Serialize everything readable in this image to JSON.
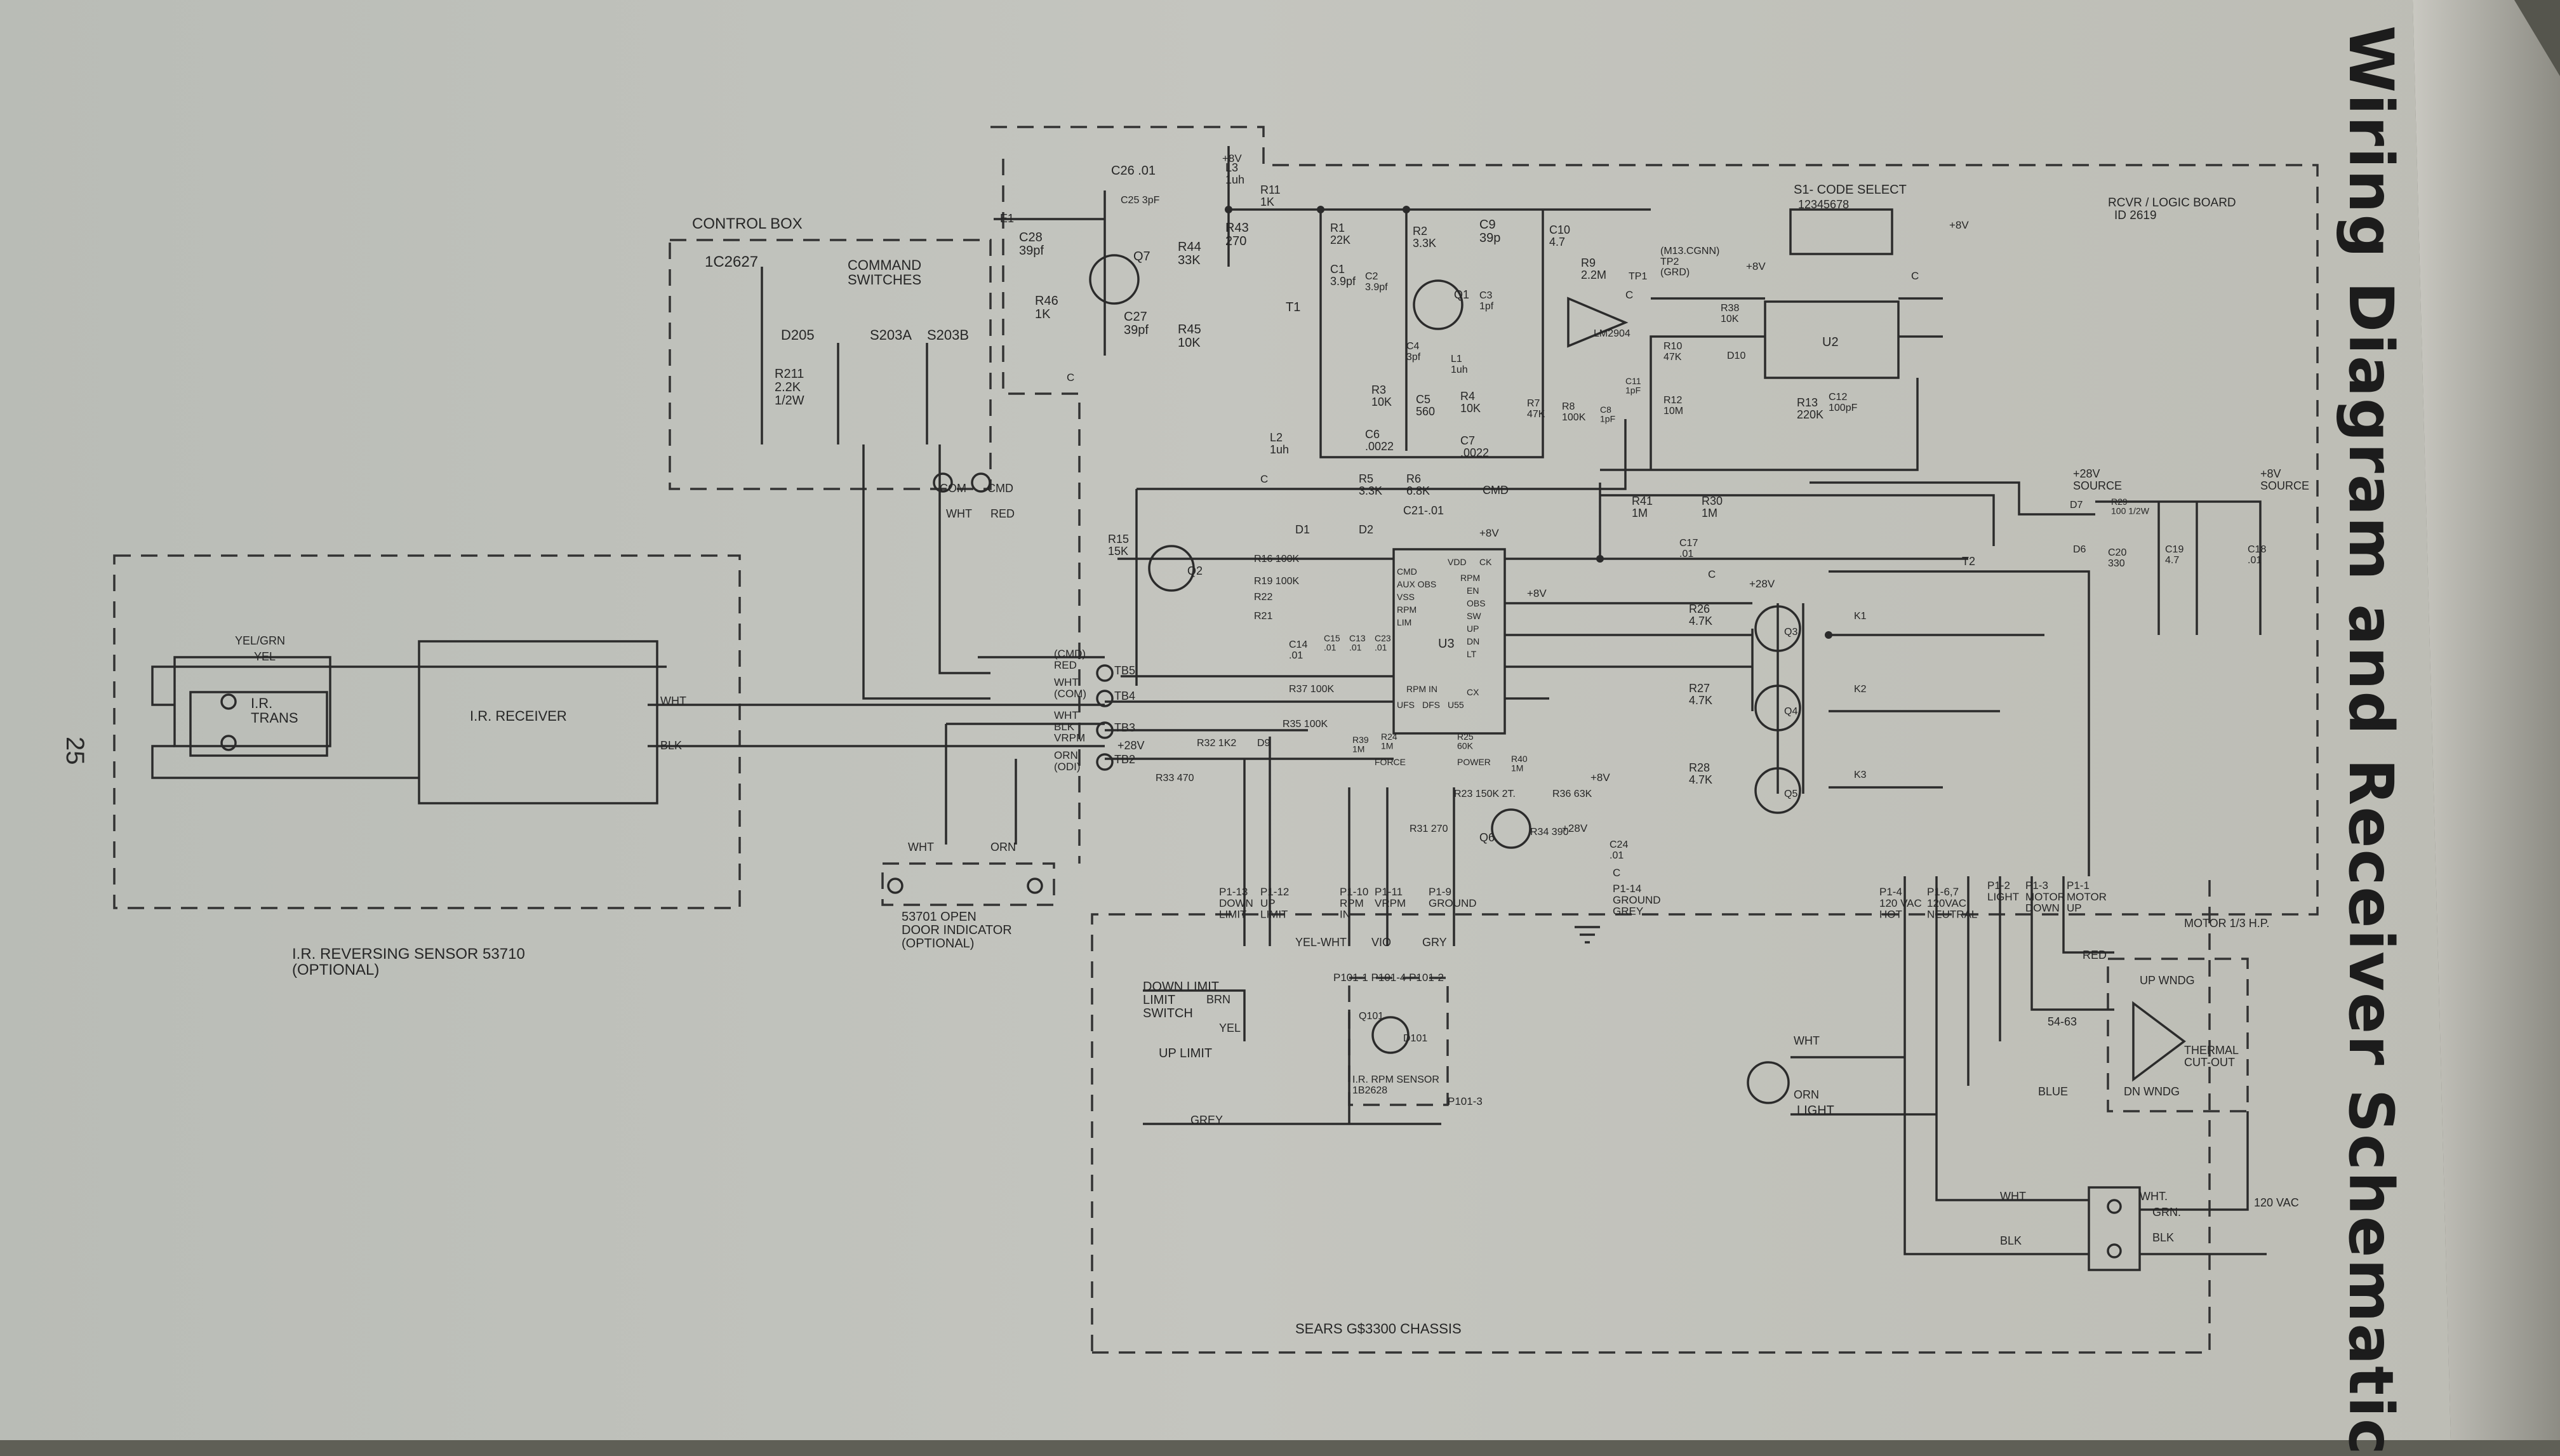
{
  "title": "Wiring Diagram and Receiver Schematic",
  "page_number": "25",
  "labels": {
    "control_box": "CONTROL BOX",
    "control_box_id": "1C2627",
    "command_switches": "COMMAND\nSWITCHES",
    "logic_board": "RCVR / LOGIC BOARD",
    "logic_board_id": "ID 2619",
    "code_select": "S1- CODE SELECT",
    "code_select_pins": "12345678",
    "chassis": "SEARS  G$3300  CHASSIS",
    "ir_sensor": "I.R. REVERSING SENSOR 53710\n(OPTIONAL)",
    "door_indicator": "53701 OPEN\nDOOR INDICATOR\n(OPTIONAL)",
    "ir_trans": "I.R.\nTRANS",
    "ir_receiver": "I.R. RECEIVER",
    "motor": "MOTOR 1/3 H.P.",
    "up_wndg": "UP WNDG",
    "dn_wndg": "DN WNDG",
    "thermal": "THERMAL\nCUT-OUT",
    "motor_part": "54-63",
    "ac_in": "120 VAC",
    "light": "LIGHT",
    "down_limit_switch": "DOWN LIMIT\nLIMIT\nSWITCH",
    "up_limit": "UP LIMIT",
    "rpm_sensor": "I.R. RPM SENSOR\n1B2628",
    "up_source": "+28V\nSOURCE",
    "v8_source": "+8V\nSOURCE"
  },
  "components": [
    {
      "id": "d205",
      "ref": "D205"
    },
    {
      "id": "r211",
      "ref": "R211\n2.2K\n1/2W"
    },
    {
      "id": "s203a",
      "ref": "S203A"
    },
    {
      "id": "s203b",
      "ref": "S203B"
    },
    {
      "id": "c28",
      "ref": "C28\n39pf"
    },
    {
      "id": "c26",
      "ref": "C26  .01"
    },
    {
      "id": "c25",
      "ref": "C25 3pF"
    },
    {
      "id": "q7",
      "ref": "Q7"
    },
    {
      "id": "r46",
      "ref": "R46\n1K"
    },
    {
      "id": "c27",
      "ref": "C27\n39pf"
    },
    {
      "id": "r44",
      "ref": "R44\n33K"
    },
    {
      "id": "r43",
      "ref": "R43\n270"
    },
    {
      "id": "r45",
      "ref": "R45\n10K"
    },
    {
      "id": "l3",
      "ref": "L3\n1uh"
    },
    {
      "id": "r11",
      "ref": "R11\n1K"
    },
    {
      "id": "t1",
      "ref": "T1"
    },
    {
      "id": "r1",
      "ref": "R1\n22K"
    },
    {
      "id": "c1",
      "ref": "C1\n3.9pf"
    },
    {
      "id": "c2",
      "ref": "C2\n3.9pf"
    },
    {
      "id": "r2",
      "ref": "R2\n3.3K"
    },
    {
      "id": "q1",
      "ref": "Q1"
    },
    {
      "id": "c3",
      "ref": "C3\n1pf"
    },
    {
      "id": "c4",
      "ref": "C4\n3pf"
    },
    {
      "id": "l1",
      "ref": "L1\n1uh"
    },
    {
      "id": "r3",
      "ref": "R3\n10K"
    },
    {
      "id": "c5",
      "ref": "C5\n560"
    },
    {
      "id": "r4",
      "ref": "R4\n10K"
    },
    {
      "id": "c6",
      "ref": "C6\n.0022"
    },
    {
      "id": "c7",
      "ref": "C7\n.0022"
    },
    {
      "id": "r5",
      "ref": "R5\n3.3K"
    },
    {
      "id": "r6",
      "ref": "R6\n6.8K"
    },
    {
      "id": "l2",
      "ref": "L2\n1uh"
    },
    {
      "id": "c9",
      "ref": "C9\n39p"
    },
    {
      "id": "c10",
      "ref": "C10\n4.7"
    },
    {
      "id": "r9",
      "ref": "R9\n2.2M"
    },
    {
      "id": "tp1",
      "ref": "TP1"
    },
    {
      "id": "tp2",
      "ref": "(M13.CGNN)\nTP2\n(GRD)"
    },
    {
      "id": "lm2904",
      "ref": "LM2904"
    },
    {
      "id": "r10",
      "ref": "R10\n47K"
    },
    {
      "id": "c11",
      "ref": "C11\n1pF"
    },
    {
      "id": "r12",
      "ref": "R12\n10M"
    },
    {
      "id": "r7",
      "ref": "R7\n47K"
    },
    {
      "id": "r8",
      "ref": "R8\n100K"
    },
    {
      "id": "c8",
      "ref": "C8\n1pF"
    },
    {
      "id": "r38",
      "ref": "R38\n10K"
    },
    {
      "id": "d10",
      "ref": "D10"
    },
    {
      "id": "u2",
      "ref": "U2"
    },
    {
      "id": "r13",
      "ref": "R13\n220K"
    },
    {
      "id": "c12",
      "ref": "C12\n100pF"
    },
    {
      "id": "r15",
      "ref": "R15\n15K"
    },
    {
      "id": "q2",
      "ref": "Q2"
    },
    {
      "id": "d1",
      "ref": "D1"
    },
    {
      "id": "d2",
      "ref": "D2"
    },
    {
      "id": "c21",
      "ref": "C21-.01"
    },
    {
      "id": "r16",
      "ref": "R16 100K"
    },
    {
      "id": "r19",
      "ref": "R19 100K"
    },
    {
      "id": "r22",
      "ref": "R22"
    },
    {
      "id": "r21",
      "ref": "R21"
    },
    {
      "id": "u3",
      "ref": "U3"
    },
    {
      "id": "c14",
      "ref": "C14\n.01"
    },
    {
      "id": "c15",
      "ref": "C15\n.01"
    },
    {
      "id": "c13",
      "ref": "C13\n.01"
    },
    {
      "id": "c23",
      "ref": "C23\n.01"
    },
    {
      "id": "r37",
      "ref": "R37 100K"
    },
    {
      "id": "r35",
      "ref": "R35 100K"
    },
    {
      "id": "r32",
      "ref": "R32 1K2"
    },
    {
      "id": "d9",
      "ref": "D9"
    },
    {
      "id": "r33",
      "ref": "R33 470"
    },
    {
      "id": "r39",
      "ref": "R39\n1M"
    },
    {
      "id": "r24",
      "ref": "R24\n1M"
    },
    {
      "id": "r25",
      "ref": "R25\n60K"
    },
    {
      "id": "r40",
      "ref": "R40\n1M"
    },
    {
      "id": "r23",
      "ref": "R23 150K 2T."
    },
    {
      "id": "r36",
      "ref": "R36 63K"
    },
    {
      "id": "r31",
      "ref": "R31 270"
    },
    {
      "id": "q6",
      "ref": "Q6"
    },
    {
      "id": "r34",
      "ref": "R34 390"
    },
    {
      "id": "c24",
      "ref": "C24\n.01"
    },
    {
      "id": "r41",
      "ref": "R41\n1M"
    },
    {
      "id": "r30",
      "ref": "R30\n1M"
    },
    {
      "id": "c17",
      "ref": "C17\n.01"
    },
    {
      "id": "r26",
      "ref": "R26\n4.7K"
    },
    {
      "id": "r27",
      "ref": "R27\n4.7K"
    },
    {
      "id": "r28",
      "ref": "R28\n4.7K"
    },
    {
      "id": "q3",
      "ref": "Q3"
    },
    {
      "id": "q4",
      "ref": "Q4"
    },
    {
      "id": "q5",
      "ref": "Q5"
    },
    {
      "id": "k1",
      "ref": "K1"
    },
    {
      "id": "k2",
      "ref": "K2"
    },
    {
      "id": "k3",
      "ref": "K3"
    },
    {
      "id": "t2",
      "ref": "T2"
    },
    {
      "id": "d6",
      "ref": "D6"
    },
    {
      "id": "d7",
      "ref": "D7"
    },
    {
      "id": "c20",
      "ref": "C20\n330"
    },
    {
      "id": "r29",
      "ref": "R29\n100 1/2W"
    },
    {
      "id": "c19",
      "ref": "C19\n4.7"
    },
    {
      "id": "c18",
      "ref": "C18\n.01"
    },
    {
      "id": "q101",
      "ref": "Q101"
    },
    {
      "id": "d101",
      "ref": "D101"
    }
  ],
  "u3_pins": [
    "CMD",
    "AUX OBS",
    "VSS",
    "RPM",
    "LIM",
    "VDD",
    "CK",
    "RPM",
    "EN",
    "OBS",
    "SW",
    "UP",
    "DN",
    "LT",
    "CX",
    "RPM IN",
    "UFS",
    "DFS",
    "U55",
    "FORCE",
    "POWER"
  ],
  "terminals": [
    {
      "id": "tb5",
      "label": "TB5",
      "wire": "(CMD)\nRED"
    },
    {
      "id": "tb4",
      "label": "TB4",
      "wire": "WHT\n(COM)"
    },
    {
      "id": "tb3",
      "label": "TB3",
      "wire": "WHT\nBLK\nVRPM"
    },
    {
      "id": "tb2",
      "label": "TB2",
      "wire": "ORN\n(ODI)"
    },
    {
      "id": "tb1",
      "label": "+28V"
    },
    {
      "id": "e1",
      "label": "E1"
    }
  ],
  "connectors": [
    {
      "id": "p1-13",
      "label": "P1-13\nDOWN\nLIMIT"
    },
    {
      "id": "p1-12",
      "label": "P1-12\nUP\nLIMIT"
    },
    {
      "id": "p1-10",
      "label": "P1-10\nRPM\nIN"
    },
    {
      "id": "p1-11",
      "label": "P1-11\nVRPM"
    },
    {
      "id": "p1-9",
      "label": "P1-9\nGROUND"
    },
    {
      "id": "p1-14",
      "label": "P1-14\nGROUND\nGREY"
    },
    {
      "id": "p1-4",
      "label": "P1-4\n120 VAC\nHOT"
    },
    {
      "id": "p1-67",
      "label": "P1-6,7\n120VAC\nNEUTRAL"
    },
    {
      "id": "p1-2",
      "label": "P1-2\nLIGHT"
    },
    {
      "id": "p1-3",
      "label": "P1-3\nMOTOR\nDOWN"
    },
    {
      "id": "p1-1",
      "label": "P1-1\nMOTOR\nUP"
    },
    {
      "id": "p101",
      "label": "P101-1  P101-4  P101-2"
    },
    {
      "id": "p101-3",
      "label": "P101-3"
    }
  ],
  "wires": [
    "YEL/GRN",
    "YEL",
    "WHT",
    "BLK",
    "COM",
    "CMD",
    "WHT",
    "RED",
    "WHT",
    "ORN",
    "CMD",
    "BRN",
    "YEL",
    "YEL-WHT",
    "VIO",
    "GRY",
    "GREY",
    "RED",
    "BLUE",
    "WHT",
    "ORN",
    "WHT",
    "BLK",
    "WHT.",
    "GRN.",
    "BLK"
  ],
  "rails": [
    "+8V",
    "+8V",
    "+8V",
    "+8V",
    "+28V",
    "+28V",
    "+8V",
    "+8V",
    "C",
    "C",
    "C",
    "C",
    "C",
    "C"
  ]
}
